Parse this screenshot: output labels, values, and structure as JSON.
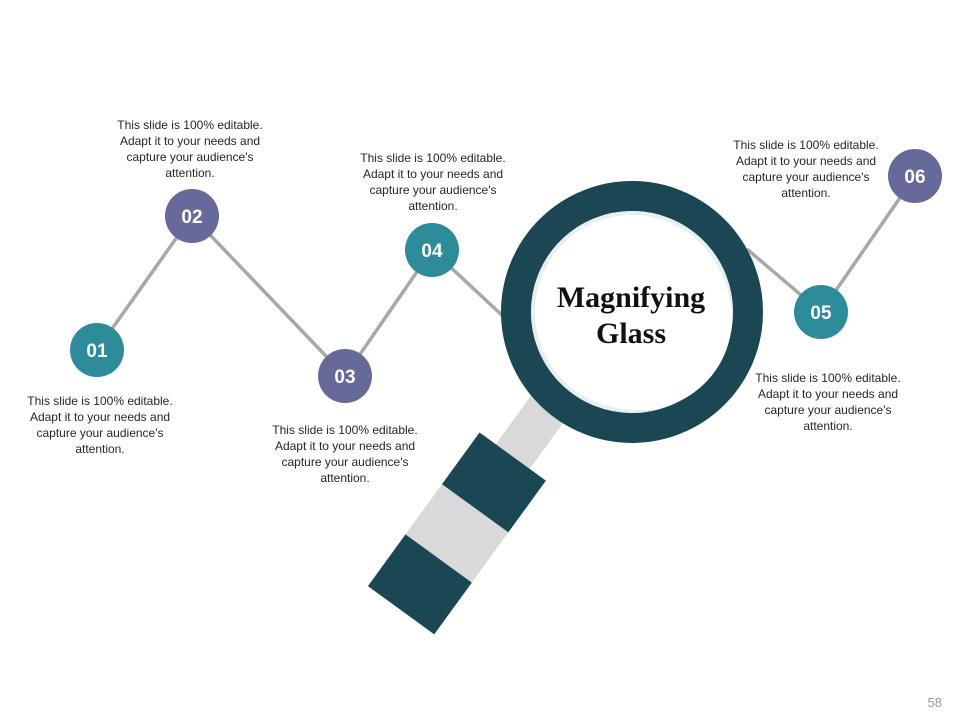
{
  "title": "Magnifying\nGlass",
  "page_number": "58",
  "colors": {
    "teal": "#2e8b9a",
    "purple": "#67699a",
    "dark": "#1b4653",
    "line": "#a8a8a8",
    "handle_light": "#d9d9d9"
  },
  "steps": [
    {
      "number": "01",
      "text": "This slide is 100% editable. Adapt it to your needs and capture your audience's attention."
    },
    {
      "number": "02",
      "text": "This slide is 100% editable. Adapt it to your needs and capture your audience's attention."
    },
    {
      "number": "03",
      "text": "This slide is 100% editable. Adapt it to your needs and capture your audience's attention."
    },
    {
      "number": "04",
      "text": "This slide is 100% editable. Adapt it to your needs and capture your audience's attention."
    },
    {
      "number": "05",
      "text": "This slide is 100% editable. Adapt it to your needs and capture your audience's attention."
    },
    {
      "number": "06",
      "text": "This slide is 100% editable. Adapt it to your needs and capture your audience's attention."
    }
  ]
}
